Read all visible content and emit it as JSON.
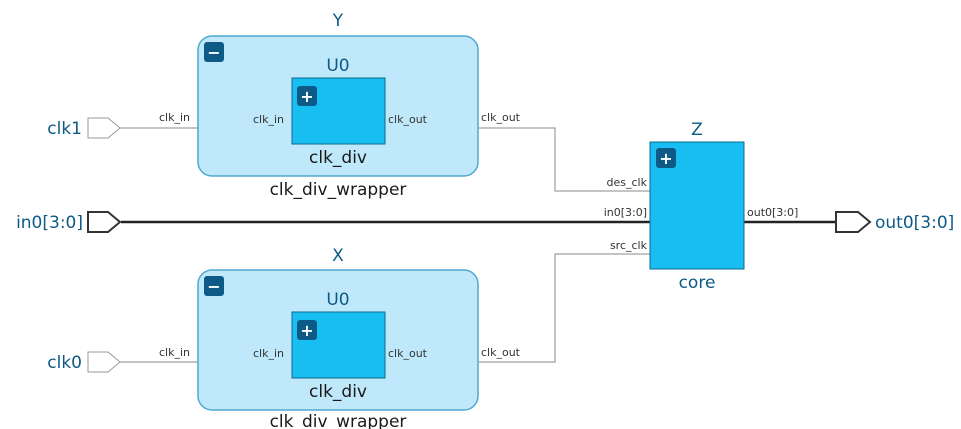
{
  "ports": {
    "clk1": "clk1",
    "clk0": "clk0",
    "in0": "in0[3:0]",
    "out0": "out0[3:0]"
  },
  "hier_Y": {
    "name": "Y",
    "module": "clk_div_wrapper",
    "toggle": "−",
    "in_pin": "clk_in",
    "out_pin": "clk_out",
    "child": {
      "name": "U0",
      "module": "clk_div",
      "toggle": "+",
      "in_pin": "clk_in",
      "out_pin": "clk_out"
    }
  },
  "hier_X": {
    "name": "X",
    "module": "clk_div_wrapper",
    "toggle": "−",
    "in_pin": "clk_in",
    "out_pin": "clk_out",
    "child": {
      "name": "U0",
      "module": "clk_div",
      "toggle": "+",
      "in_pin": "clk_in",
      "out_pin": "clk_out"
    }
  },
  "core": {
    "name": "Z",
    "module": "core",
    "toggle": "+",
    "pins": {
      "des_clk": "des_clk",
      "in0": "in0[3:0]",
      "src_clk": "src_clk",
      "out0": "out0[3:0]"
    }
  },
  "colors": {
    "hier_fill": "#bfe9fa",
    "hier_stroke": "#4fa9cf",
    "leaf_fill": "#18bdf1",
    "leaf_stroke": "#0c6b8e",
    "toggle_fill": "#0e5a86",
    "label": "#0e5a86"
  }
}
